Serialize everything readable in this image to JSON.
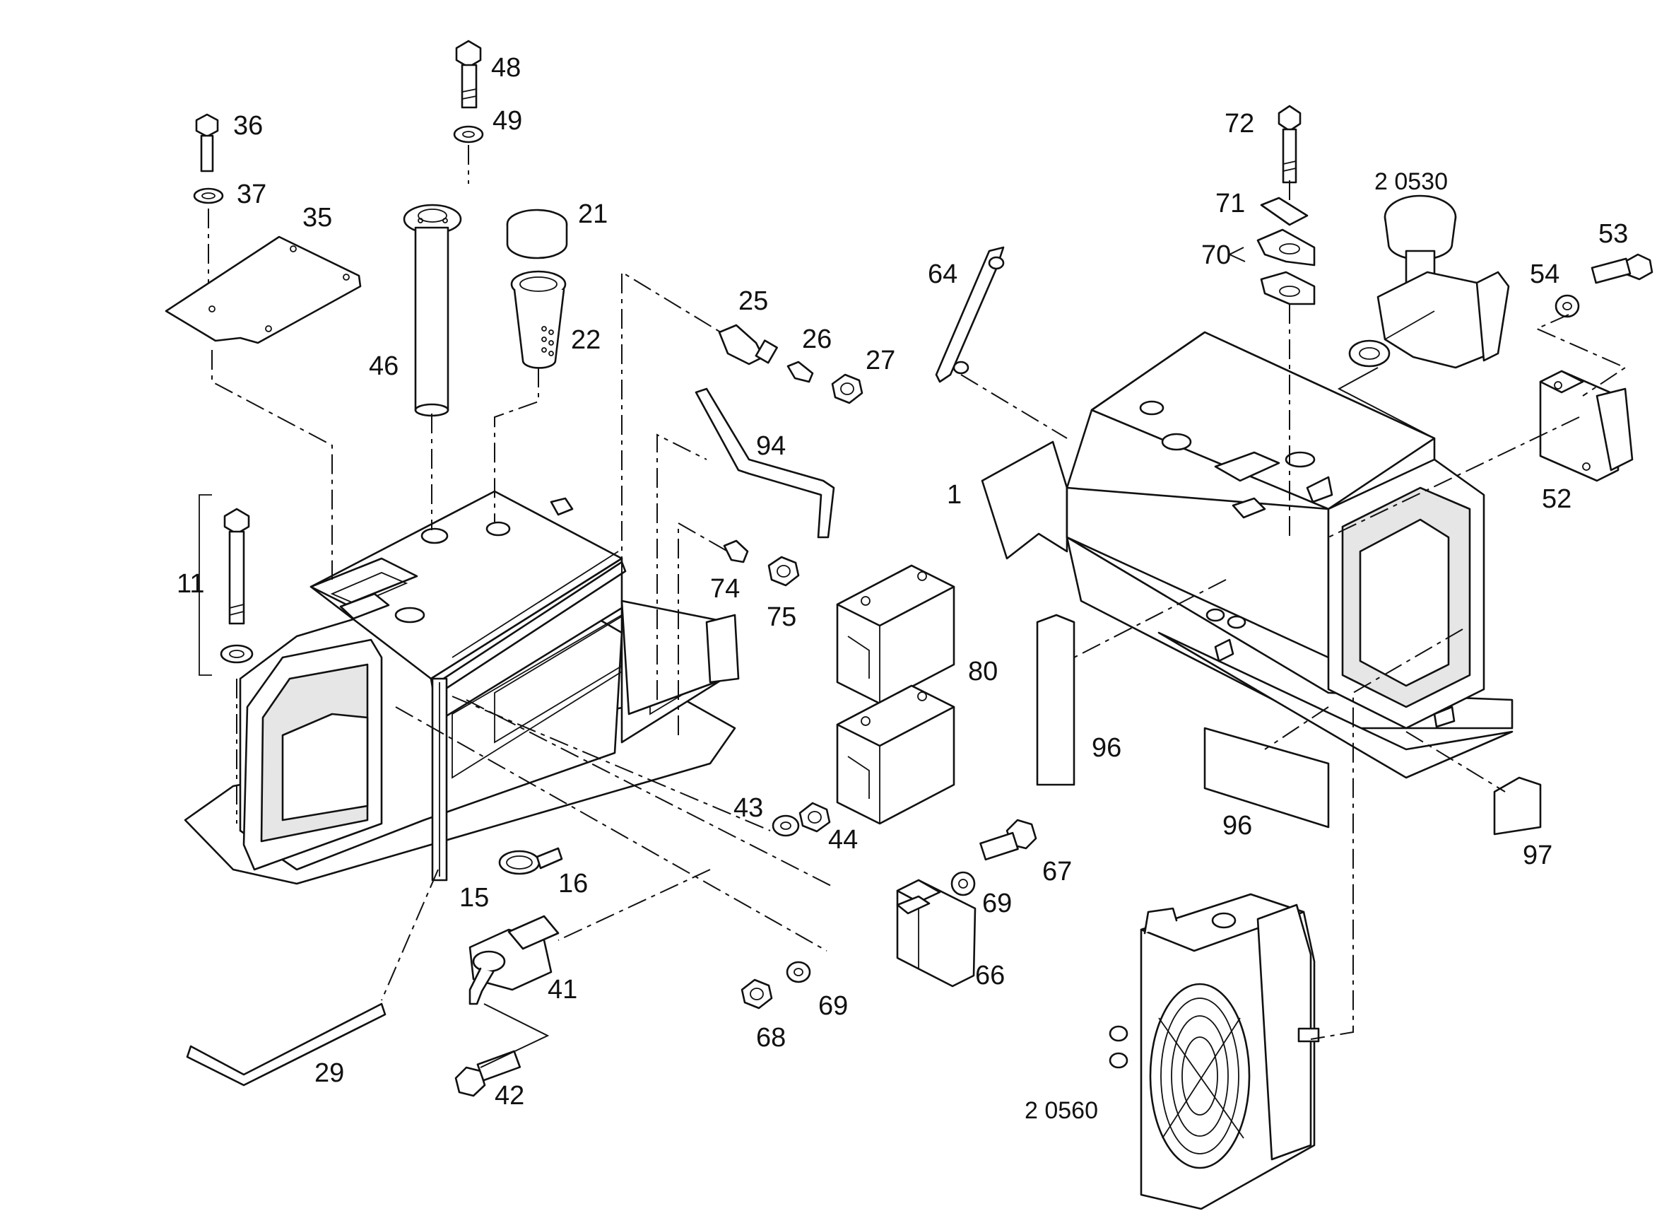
{
  "labels": {
    "p1": "1",
    "p11": "11",
    "p15": "15",
    "p16": "16",
    "p21": "21",
    "p22": "22",
    "p25": "25",
    "p26": "26",
    "p27": "27",
    "p29": "29",
    "p35": "35",
    "p36": "36",
    "p37": "37",
    "p41": "41",
    "p42": "42",
    "p43": "43",
    "p44": "44",
    "p46": "46",
    "p48": "48",
    "p49": "49",
    "p52": "52",
    "p53": "53",
    "p54": "54",
    "p64": "64",
    "p66": "66",
    "p67": "67",
    "p68": "68",
    "p69a": "69",
    "p69b": "69",
    "p70": "70",
    "p71": "71",
    "p72": "72",
    "p74": "74",
    "p75": "75",
    "p80": "80",
    "p94": "94",
    "p96a": "96",
    "p96b": "96",
    "p97": "97",
    "ref_20530": "2 0530",
    "ref_20560": "2 0560"
  }
}
